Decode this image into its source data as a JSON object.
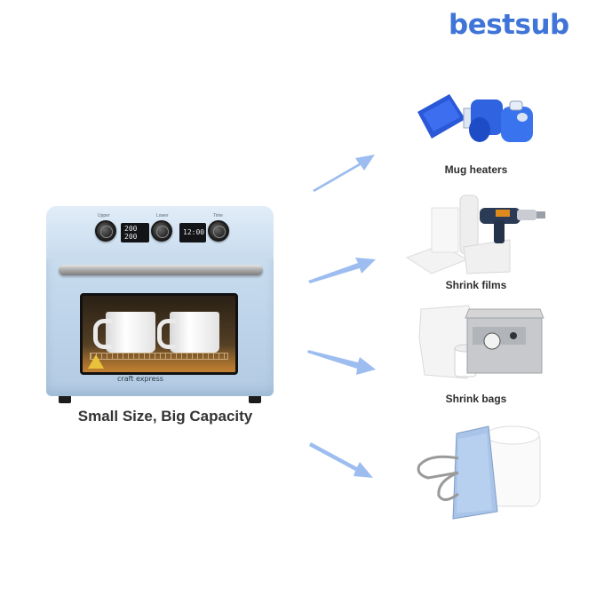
{
  "logo": {
    "text": "bestsub"
  },
  "oven": {
    "brand": "craft express",
    "display_top": "200",
    "display_bottom": "200",
    "display_time": "12:00",
    "knob_labels": [
      "Upper",
      "Lower",
      "Time"
    ]
  },
  "caption": "Small Size, Big Capacity",
  "items": [
    {
      "label": "Mug heaters"
    },
    {
      "label": "Shrink films"
    },
    {
      "label": "Shrink bags"
    }
  ],
  "colors": {
    "logo": "#3f74d8",
    "arrow": "#9dbdf0",
    "mug_heater_blue": "#2a58d6",
    "clip_blue": "#a9c4e8"
  }
}
